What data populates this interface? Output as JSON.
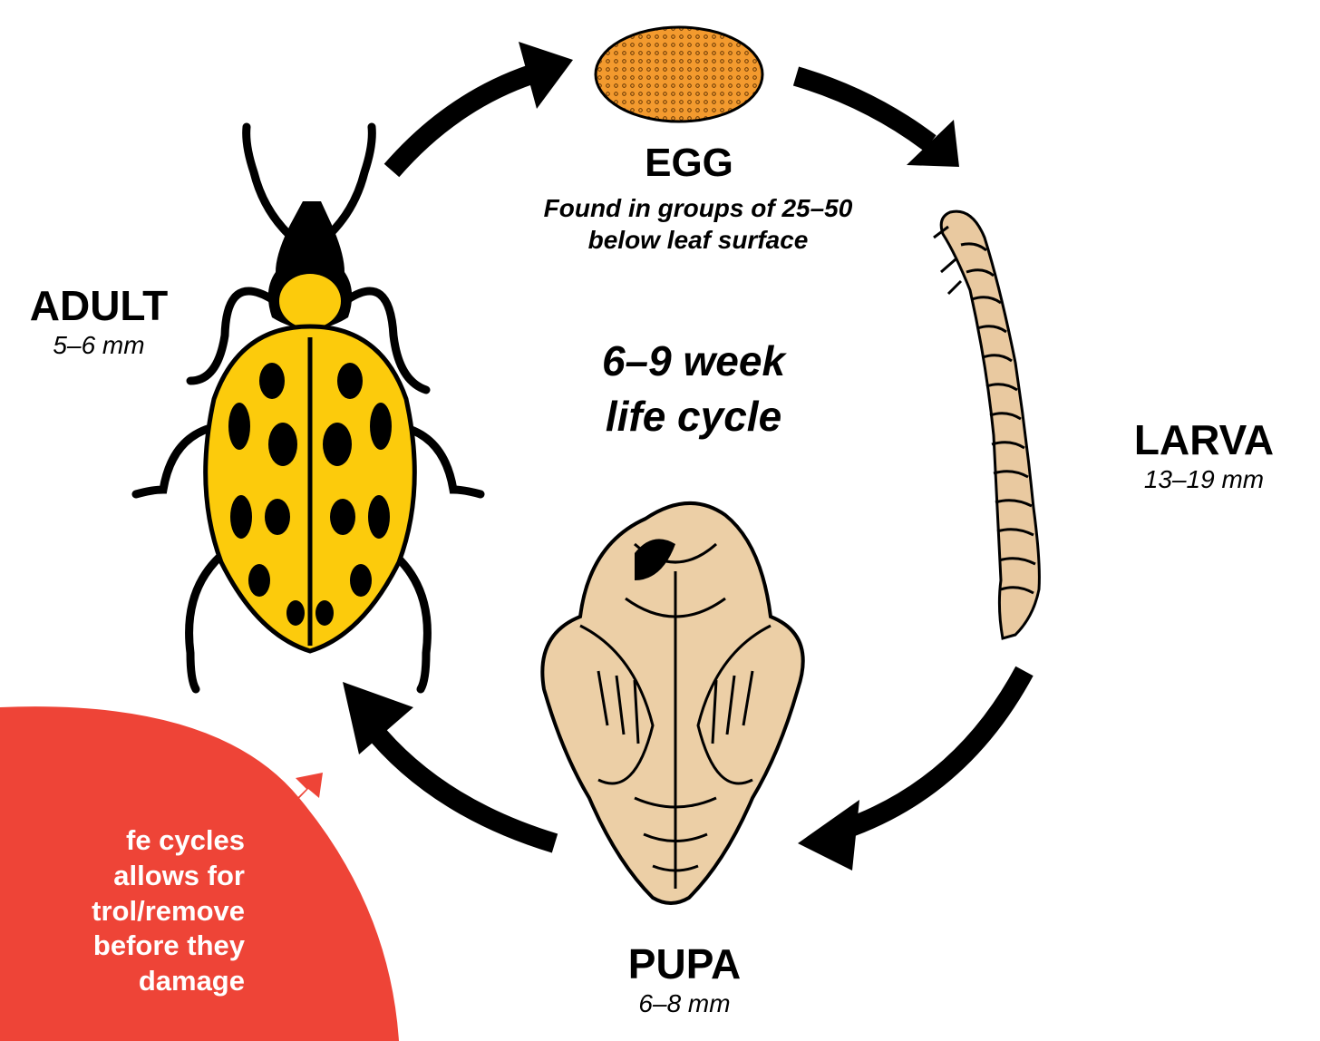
{
  "colors": {
    "arrow": "#000000",
    "callout_bg": "#ee4437",
    "egg_fill": "#f39a2e",
    "beetle_yellow": "#fccb0c",
    "larva_fill": "#e9c9a0",
    "pupa_fill": "#eccfa6"
  },
  "center": {
    "line1": "6–9 week",
    "line2": "life cycle"
  },
  "stages": {
    "egg": {
      "name": "EGG",
      "note_line1": "Found in groups of 25–50",
      "note_line2": "below leaf surface",
      "icon": "egg-cluster-icon"
    },
    "larva": {
      "name": "LARVA",
      "size": "13–19 mm",
      "icon": "larva-icon"
    },
    "pupa": {
      "name": "PUPA",
      "size": "6–8 mm",
      "icon": "pupa-icon"
    },
    "adult": {
      "name": "ADULT",
      "size": "5–6 mm",
      "icon": "spotted-beetle-icon"
    }
  },
  "callout": {
    "line1": "fe cycles",
    "line2": "allows for",
    "line3": "trol/remove",
    "line4": "before they",
    "line5": "damage"
  }
}
